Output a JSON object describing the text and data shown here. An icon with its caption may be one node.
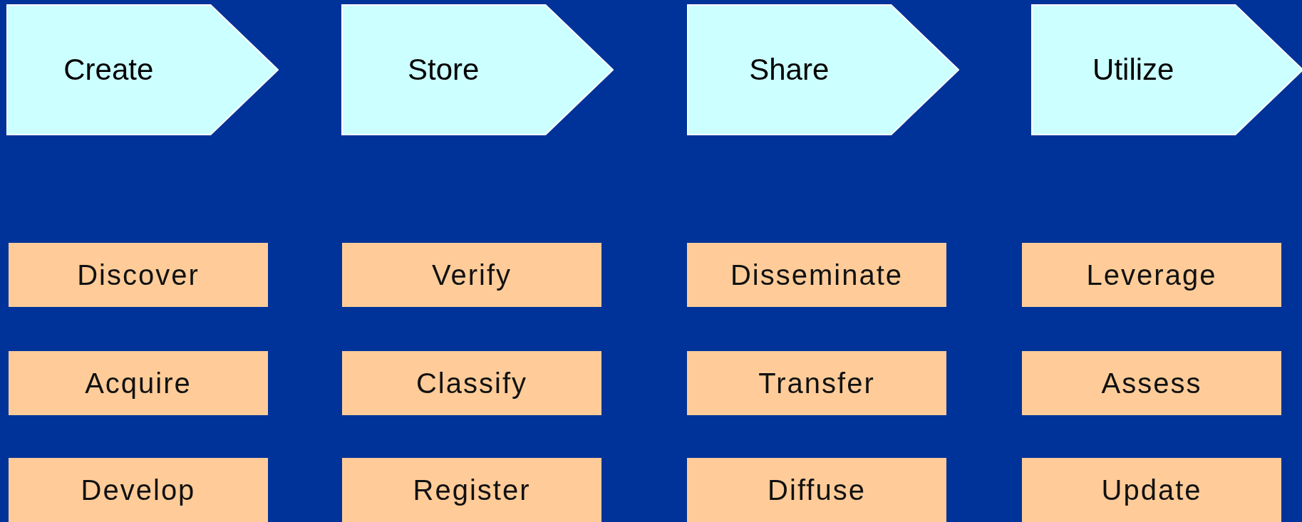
{
  "diagram": {
    "nodes": [
      {
        "text": [
          "Create"
        ]
      },
      {
        "text": [
          "Store"
        ]
      },
      {
        "text": [
          "Share"
        ]
      },
      {
        "text": [
          "Utilize"
        ]
      },
      {
        "text": [
          "Discover"
        ]
      },
      {
        "text": [
          "Verify"
        ]
      },
      {
        "text": [
          "Disseminate"
        ]
      },
      {
        "text": [
          "Leverage"
        ]
      },
      {
        "text": [
          "Acquire"
        ]
      },
      {
        "text": [
          "Classify"
        ]
      },
      {
        "text": [
          "Transfer"
        ]
      },
      {
        "text": [
          "Assess"
        ]
      },
      {
        "text": [
          "Develop"
        ]
      },
      {
        "text": [
          "Register"
        ]
      },
      {
        "text": [
          "Diffuse"
        ]
      },
      {
        "text": [
          "Update"
        ]
      }
    ]
  }
}
